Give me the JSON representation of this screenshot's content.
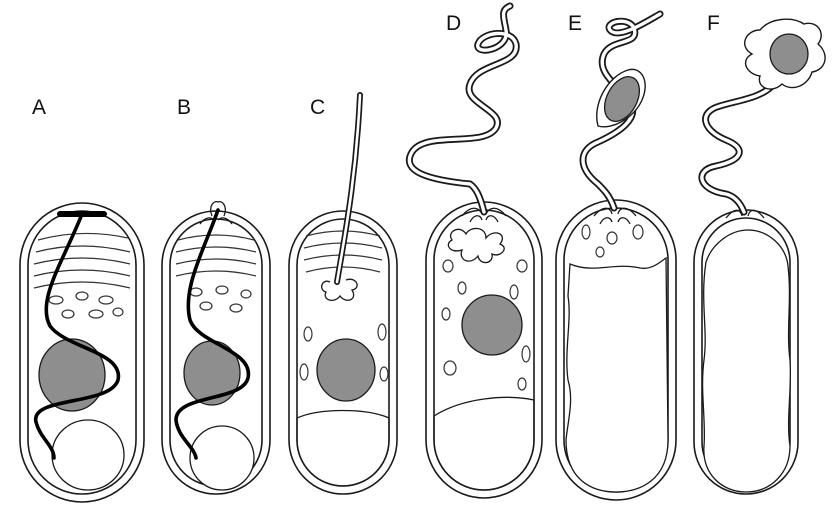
{
  "figure": {
    "panels": [
      {
        "label": "A"
      },
      {
        "label": "B"
      },
      {
        "label": "C"
      },
      {
        "label": "D"
      },
      {
        "label": "E"
      },
      {
        "label": "F"
      }
    ]
  },
  "colors": {
    "outline": "#1a1a1a",
    "nucleus": "#8e8e8e",
    "polar_tube": "#000000",
    "background": "#ffffff"
  }
}
